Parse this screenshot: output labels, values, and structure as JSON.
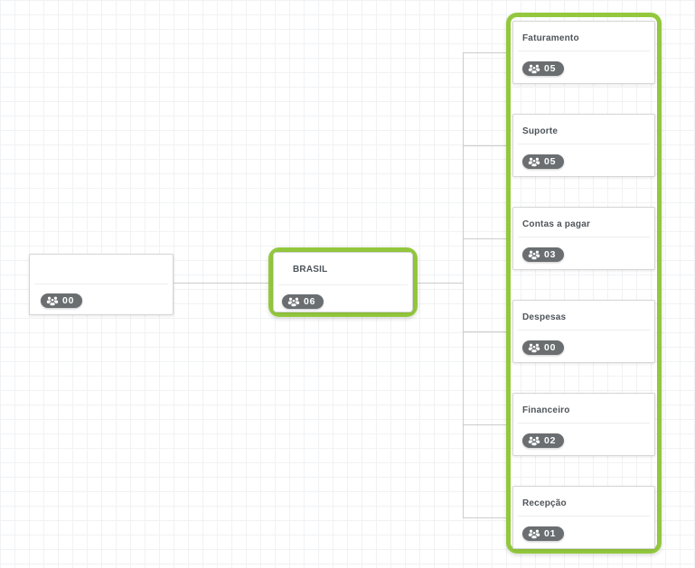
{
  "colors": {
    "accent_green": "#93c83d",
    "badge_gray": "#6a6e71",
    "connector_gray": "#cccccc"
  },
  "nodes": {
    "root": {
      "title": "",
      "count": "00"
    },
    "brasil": {
      "title": "BRASIL",
      "count": "06"
    },
    "children": [
      {
        "title": "Faturamento",
        "count": "05"
      },
      {
        "title": "Suporte",
        "count": "05"
      },
      {
        "title": "Contas a pagar",
        "count": "03"
      },
      {
        "title": "Despesas",
        "count": "00"
      },
      {
        "title": "Financeiro",
        "count": "02"
      },
      {
        "title": "Recepção",
        "count": "01"
      }
    ]
  }
}
